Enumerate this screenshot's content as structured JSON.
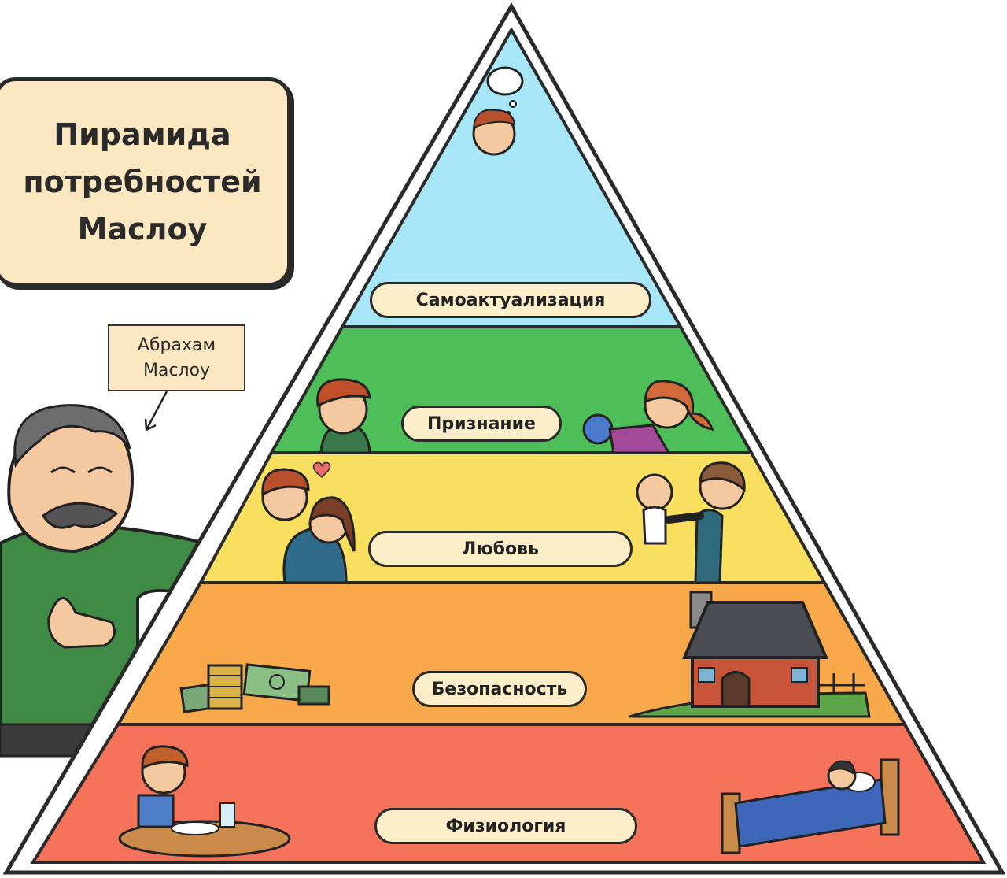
{
  "title": "Пирамида\nпотребностей\nМаслоу",
  "author_label": "Абрахам\nМаслоу",
  "pyramid": {
    "levels": [
      {
        "label": "Самоактуализация",
        "color": "#a6e6f7"
      },
      {
        "label": "Признание",
        "color": "#4dbe58"
      },
      {
        "label": "Любовь",
        "color": "#f9df5f"
      },
      {
        "label": "Безопасность",
        "color": "#f6a84a"
      },
      {
        "label": "Физиология",
        "color": "#f4735a"
      }
    ],
    "outline_color": "#2a2a2a"
  },
  "illustrations": [
    "thinking-boy-icon",
    "boy-icon",
    "girl-with-ribbon-icon",
    "hugging-couple-icon",
    "father-with-baby-icon",
    "money-stack-icon",
    "house-icon",
    "boy-eating-icon",
    "sleeping-child-icon",
    "maslow-character-icon"
  ]
}
